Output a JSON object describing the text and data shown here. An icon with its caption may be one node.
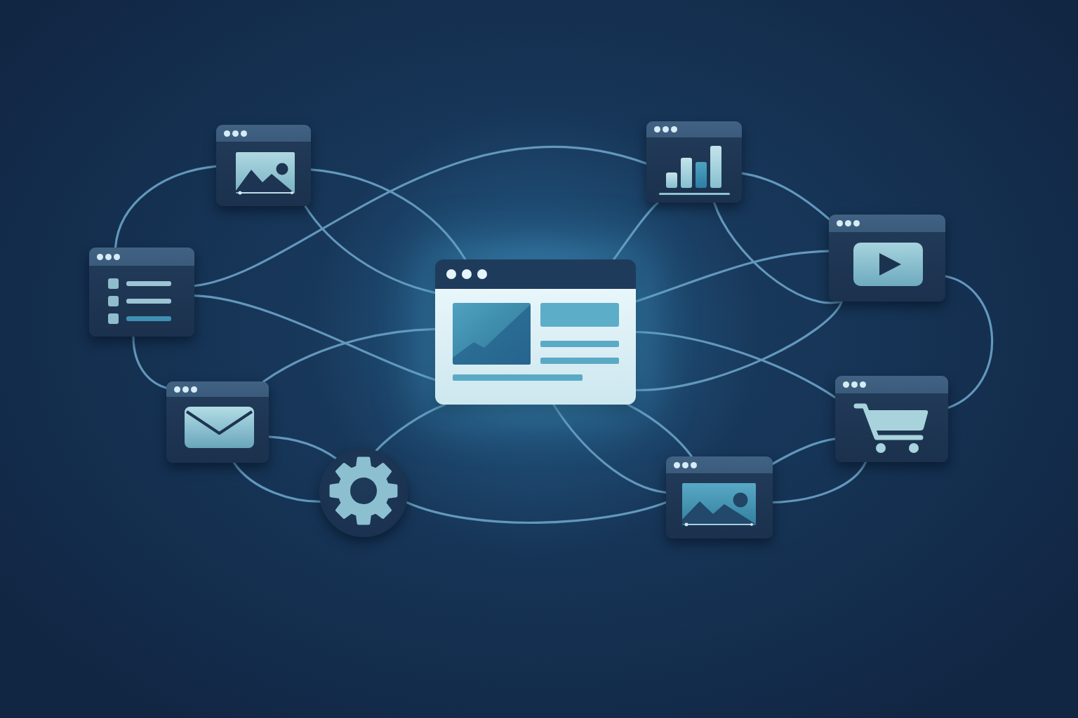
{
  "diagram": {
    "nodes": [
      {
        "text": [],
        "shape": "box"
      },
      {
        "text": [],
        "shape": "box"
      },
      {
        "text": [],
        "shape": "box"
      },
      {
        "text": [],
        "shape": "box"
      },
      {
        "text": [],
        "shape": "circle"
      },
      {
        "text": [],
        "shape": "box"
      },
      {
        "text": [],
        "shape": "box"
      },
      {
        "text": [],
        "shape": "box"
      },
      {
        "text": [],
        "shape": "box"
      }
    ],
    "edges": [
      {
        "from": 1,
        "to": 2,
        "arrow": "none"
      },
      {
        "from": 1,
        "to": 0,
        "arrow": "none"
      },
      {
        "from": 1,
        "to": 0,
        "arrow": "none"
      },
      {
        "from": 2,
        "to": 5,
        "arrow": "none"
      },
      {
        "from": 2,
        "to": 0,
        "arrow": "none"
      },
      {
        "from": 0,
        "to": 3,
        "arrow": "none"
      },
      {
        "from": 2,
        "to": 3,
        "arrow": "none"
      },
      {
        "from": 3,
        "to": 4,
        "arrow": "none"
      },
      {
        "from": 3,
        "to": 4,
        "arrow": "none"
      },
      {
        "from": 4,
        "to": 0,
        "arrow": "none"
      },
      {
        "from": 4,
        "to": 8,
        "arrow": "none"
      },
      {
        "from": 0,
        "to": 8,
        "arrow": "none"
      },
      {
        "from": 0,
        "to": 8,
        "arrow": "none"
      },
      {
        "from": 0,
        "to": 5,
        "arrow": "none"
      },
      {
        "from": 5,
        "to": 6,
        "arrow": "none"
      },
      {
        "from": 5,
        "to": 6,
        "arrow": "none"
      },
      {
        "from": 6,
        "to": 0,
        "arrow": "none"
      },
      {
        "from": 0,
        "to": 6,
        "arrow": "none"
      },
      {
        "from": 6,
        "to": 7,
        "arrow": "none"
      },
      {
        "from": 0,
        "to": 7,
        "arrow": "none"
      },
      {
        "from": 8,
        "to": 7,
        "arrow": "none"
      },
      {
        "from": 8,
        "to": 7,
        "arrow": "none"
      }
    ]
  }
}
